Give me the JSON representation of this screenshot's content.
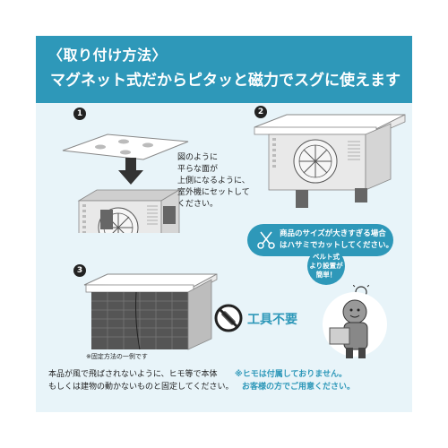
{
  "header": {
    "title": "〈取り付け方法〉",
    "subtitle": "マグネット式だからピタッと磁力でスグに使えます"
  },
  "steps": [
    {
      "number": "1"
    },
    {
      "number": "2"
    },
    {
      "number": "3"
    }
  ],
  "step1_text": [
    "図のように",
    "平らな面が",
    "上側になるように、",
    "室外機にセットして",
    "ください。"
  ],
  "cut_note": [
    "商品のサイズが大きすぎる場合",
    "はハサミでカットしてください。"
  ],
  "belt_bubble": [
    "ベルト式",
    "より設置が",
    "簡単！"
  ],
  "no_tools": "工具不要",
  "fixing_caption": "※固定方法の一例です",
  "fixing_text": [
    "本品が風で飛ばされないように、ヒモ等で本体",
    "もしくは建物の動かないものと固定してください。"
  ],
  "string_note": [
    "※ヒモは付属しておりません。",
    "お客様の方でご用意ください。"
  ],
  "colors": {
    "accent": "#2e98b9",
    "background": "#e8f4f9"
  }
}
